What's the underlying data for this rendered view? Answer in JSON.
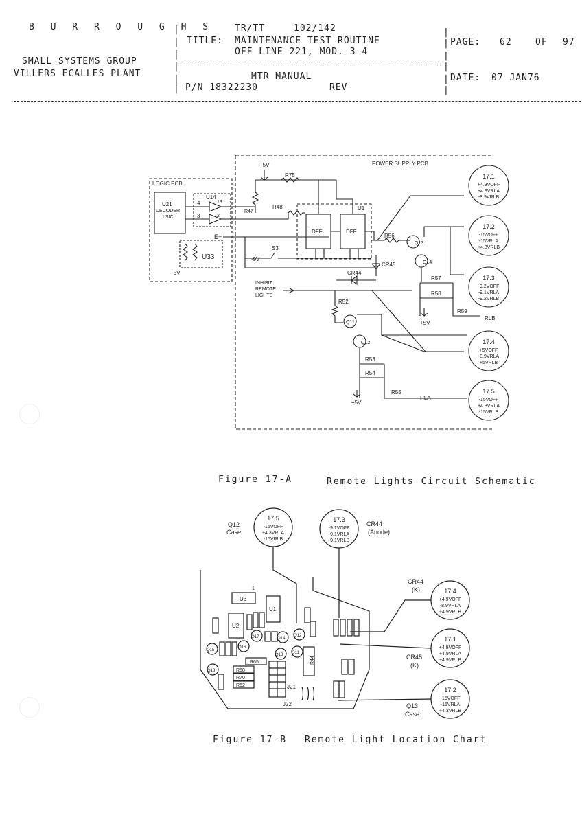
{
  "header": {
    "company": "B U R R O U G H S",
    "division": "SMALL SYSTEMS GROUP",
    "plant": "VILLERS ECALLES PLANT",
    "doc_code": "TR/TT",
    "doc_number": "102/142",
    "title_label": "TITLE:",
    "title_line1": "MAINTENANCE TEST ROUTINE",
    "title_line2": "OFF LINE 221, MOD. 3-4",
    "manual": "MTR MANUAL",
    "part_number": "P/N 18322230",
    "rev_label": "REV",
    "page_label": "PAGE:",
    "page_current": "62",
    "page_of": "OF",
    "page_total": "97",
    "date_label": "DATE:",
    "date_value": "07 JAN76"
  },
  "figure_a": {
    "caption_id": "Figure 17-A",
    "caption_text": "Remote Lights Circuit Schematic",
    "labels": {
      "power_supply_pcb": "POWER SUPPLY PCB",
      "logic_pcb": "LOGIC PCB",
      "u21": "U21",
      "decoder": "DECODER",
      "lsic": "LSIC",
      "u14": "U14",
      "u33": "U33",
      "u1": "U1",
      "dff": "DFF",
      "plus5v": "+5V",
      "minus9v": "-9V",
      "s3": "S3",
      "e_plus": "E+",
      "r75": "R75",
      "r47": "R47",
      "r48": "R48",
      "r56": "R56",
      "r52": "R52",
      "r53": "R53",
      "r54": "R54",
      "r55": "R55",
      "r57": "R57",
      "r58": "R58",
      "r59": "R59",
      "q11": "Q11",
      "q12": "Q12",
      "q13": "Q13",
      "q14": "Q14",
      "cr44": "CR44",
      "cr45": "CR45",
      "rla": "RLA",
      "rlb": "RLB",
      "inhibit1": "INHIBIT",
      "inhibit2": "REMOTE",
      "inhibit3": "LIGHTS",
      "pin4": "4",
      "pin3": "3",
      "pin13": "13",
      "pin2": "2"
    },
    "test_points": [
      {
        "id": "17.1",
        "l1": "+4.9VOFF",
        "l2": "+4.9VRLA",
        "l3": "-8.9VRLB"
      },
      {
        "id": "17.2",
        "l1": "-15VOFF",
        "l2": "-15VRLA",
        "l3": "+4.3VRLB"
      },
      {
        "id": "17.3",
        "l1": "-9.2VOFF",
        "l2": "-9.1VRLA",
        "l3": "-9.2VRLB"
      },
      {
        "id": "17.4",
        "l1": "+5VOFF",
        "l2": "-8.9VRLA",
        "l3": "+5VRLB"
      },
      {
        "id": "17.5",
        "l1": "-15VOFF",
        "l2": "+4.3VRLA",
        "l3": "-15VRLB"
      }
    ]
  },
  "figure_b": {
    "caption_id": "Figure 17-B",
    "caption_text": "Remote Light Location Chart",
    "callouts": {
      "q12_case_1": "Q12",
      "q12_case_2": "Case",
      "cr44_anode_1": "CR44",
      "cr44_anode_2": "(Anode)",
      "cr44_k_1": "CR44",
      "cr44_k_2": "(K)",
      "cr45_k_1": "CR45",
      "cr45_k_2": "(K)",
      "q13_case_1": "Q13",
      "q13_case_2": "Case"
    },
    "test_points": [
      {
        "id": "17.5",
        "l1": "-15VOFF",
        "l2": "+4.3VRLA",
        "l3": "-15VRLB"
      },
      {
        "id": "17.3",
        "l1": "-9.1VOFF",
        "l2": "-9.1VRLA",
        "l3": "-9.1VRLB"
      },
      {
        "id": "17.4",
        "l1": "+4.9VOFF",
        "l2": "-8.9VRLA",
        "l3": "+4.9VRLB"
      },
      {
        "id": "17.1",
        "l1": "+4.9VOFF",
        "l2": "+4.9VRLA",
        "l3": "+4.9VRLB"
      },
      {
        "id": "17.2",
        "l1": "-15VOFF",
        "l2": "-15VRLA",
        "l3": "+4.3VRLB"
      }
    ],
    "board_labels": {
      "u3": "U3",
      "u1": "U1",
      "u2": "U2",
      "q17": "Q17",
      "q14": "Q14",
      "q12": "Q12",
      "q16": "Q16",
      "q15": "Q15",
      "q11": "Q11",
      "q13": "Q13",
      "q18": "Q18",
      "r65": "R65",
      "r68": "R68",
      "r70": "R70",
      "r62": "R62",
      "r44": "R44",
      "j21": "J21",
      "j22": "J22",
      "pin1": "1"
    }
  }
}
